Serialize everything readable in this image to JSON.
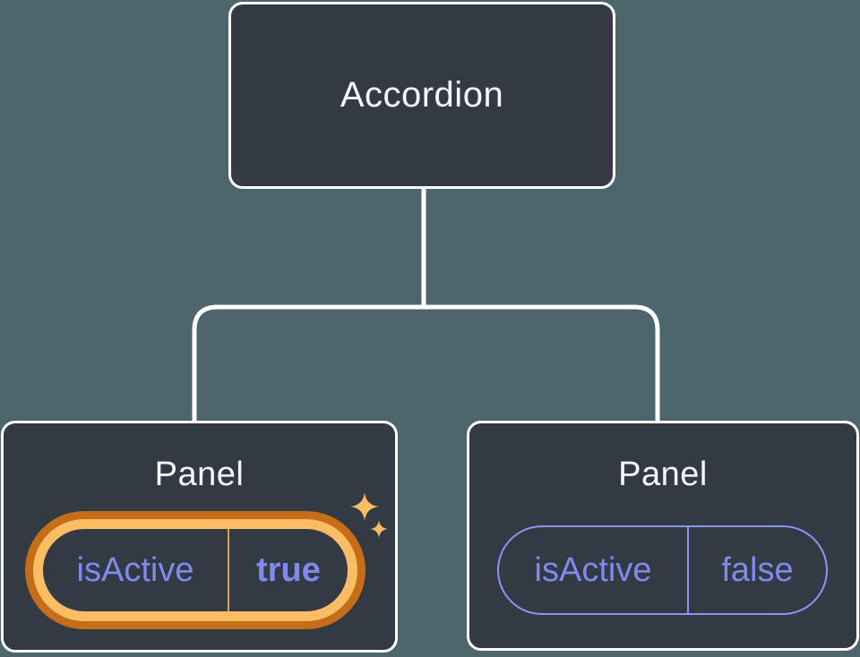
{
  "diagram": {
    "root": {
      "label": "Accordion"
    },
    "panels": [
      {
        "label": "Panel",
        "state": {
          "key": "isActive",
          "value": "true"
        },
        "highlighted": true
      },
      {
        "label": "Panel",
        "state": {
          "key": "isActive",
          "value": "false"
        },
        "highlighted": false
      }
    ]
  },
  "icons": {
    "sparkle": "four-point-sparkle"
  },
  "colors": {
    "bg": "#4D666E",
    "node-fill": "#343A44",
    "node-border": "#FFFFFF",
    "node-text": "#F6F7F9",
    "connector": "#FFFFFF",
    "purple-text": "#7E8AEE",
    "purple-stroke": "#8A94F4",
    "orange-dark": "#C56E17",
    "orange-light": "#FABD63",
    "orange-divider": "#DFA14C",
    "sparkle": "#FABD63"
  }
}
